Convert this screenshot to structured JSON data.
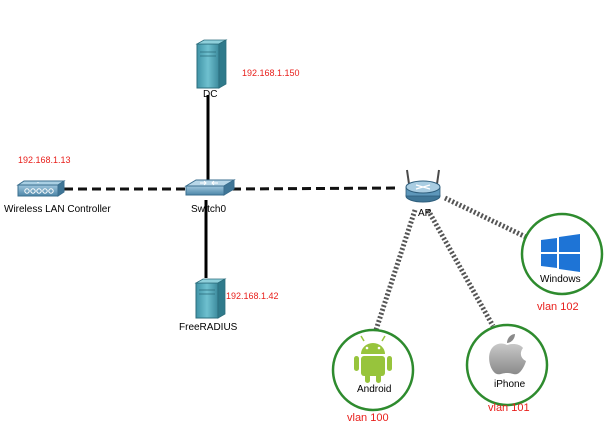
{
  "devices": {
    "dc": {
      "label": "DC",
      "ip": "192.168.1.150"
    },
    "wlc": {
      "label": "Wireless LAN Controller",
      "ip": "192.168.1.13"
    },
    "switch": {
      "label": "Switch0"
    },
    "radius": {
      "label": "FreeRADIUS",
      "ip": "192.168.1.42"
    },
    "ap": {
      "label": "AP"
    }
  },
  "clients": {
    "windows": {
      "label": "Windows",
      "vlan": "vlan 102"
    },
    "iphone": {
      "label": "iPhone",
      "vlan": "vlan 101"
    },
    "android": {
      "label": "Android",
      "vlan": "vlan 100"
    }
  },
  "colors": {
    "ip_text": "#e8201c",
    "client_ring": "#2e8b2e",
    "wired_link": "#000000",
    "server": "#4aa3b5",
    "windows": "#1e74d6",
    "android": "#97c43c",
    "apple": "#9a9a9a"
  },
  "icons": {
    "dc": "server-icon",
    "radius": "server-icon",
    "switch": "switch-icon",
    "wlc": "wlc-icon",
    "ap": "access-point-icon",
    "windows": "windows-logo-icon",
    "iphone": "apple-logo-icon",
    "android": "android-logo-icon"
  }
}
